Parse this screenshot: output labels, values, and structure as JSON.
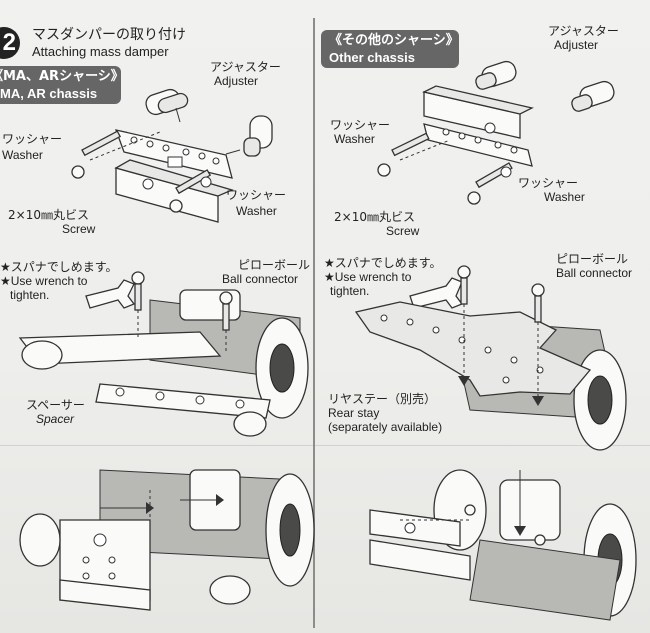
{
  "header": {
    "step_number": "2",
    "title_jp": "マスダンパーの取り付け",
    "title_en": "Attaching mass damper"
  },
  "left_panel": {
    "tag_jp": "《MA、ARシャーシ》",
    "tag_en": "MA, AR chassis",
    "labels": {
      "adjuster_jp": "アジャスター",
      "adjuster_en": "Adjuster",
      "washer_jp_1": "ワッシャー",
      "washer_en_1": "Washer",
      "washer_jp_2": "ワッシャー",
      "washer_en_2": "Washer",
      "screw_jp": "2×10㎜丸ビス",
      "screw_en": "Screw",
      "wrench_jp": "★スパナでしめます。",
      "wrench_en_1": "★Use wrench to",
      "wrench_en_2": "tighten.",
      "ball_jp": "ピローボール",
      "ball_en": "Ball connector",
      "spacer_jp": "スペーサー",
      "spacer_en": "Spacer"
    }
  },
  "right_panel": {
    "tag_jp": "《その他のシャーシ》",
    "tag_en": "Other chassis",
    "labels": {
      "adjuster_jp": "アジャスター",
      "adjuster_en": "Adjuster",
      "washer_jp_1": "ワッシャー",
      "washer_en_1": "Washer",
      "washer_jp_2": "ワッシャー",
      "washer_en_2": "Washer",
      "screw_jp": "2×10㎜丸ビス",
      "screw_en": "Screw",
      "wrench_jp": "★スパナでしめます。",
      "wrench_en_1": "★Use wrench to",
      "wrench_en_2": "tighten.",
      "ball_jp": "ピローボール",
      "ball_en": "Ball connector",
      "rear_stay_jp": "リヤステー（別売）",
      "rear_stay_en_1": "Rear stay",
      "rear_stay_en_2": "(separately available)"
    }
  }
}
